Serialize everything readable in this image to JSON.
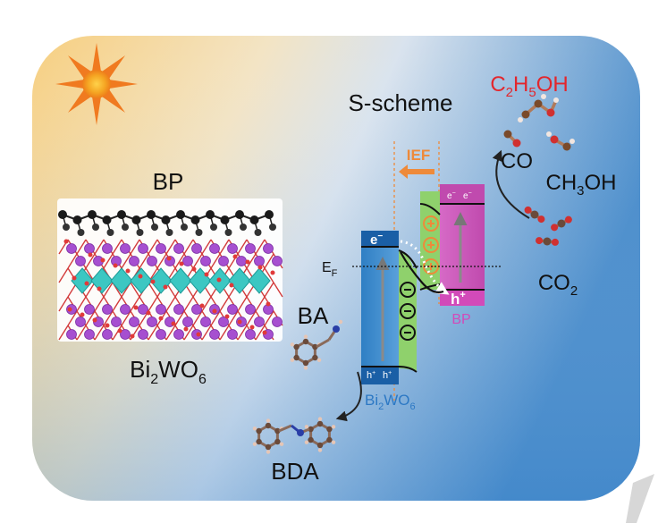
{
  "labels": {
    "scheme": "S-scheme",
    "bp_top": "BP",
    "bi2wo6_main": "Bi",
    "bi2wo6_sub1": "2",
    "bi2wo6_mid": "WO",
    "bi2wo6_sub2": "6",
    "ief": "IEF",
    "ef_main": "E",
    "ef_sub": "F",
    "ba": "BA",
    "bda": "BDA",
    "bp_band": "BP",
    "bw_band_main": "Bi",
    "bw_band_sub1": "2",
    "bw_band_mid": "WO",
    "bw_band_sub2": "6",
    "e_minus": "e",
    "h_plus": "h",
    "bp_e1": "e",
    "bp_e2": "e",
    "bw_h1": "h",
    "bw_h2": "h",
    "co": "CO",
    "co2_main": "CO",
    "co2_sub": "2",
    "ch3oh_a": "CH",
    "ch3oh_sub": "3",
    "ch3oh_b": "OH",
    "c2h5oh_a": "C",
    "c2h5oh_sub1": "2",
    "c2h5oh_b": "H",
    "c2h5oh_sub2": "5",
    "c2h5oh_c": "OH",
    "plus": "+",
    "minus": "−"
  },
  "colors": {
    "bg_warm": "#f6d38c",
    "bg_cool": "#3f86c8",
    "sun": "#f5a623",
    "sun_core": "#f57f20",
    "bw_band": "#2f7fc4",
    "bw_band_dark": "#1a5fa6",
    "bp_band": "#c84fb7",
    "bp_band_dark": "#a4359a",
    "space_charge_green": "#8fd16c",
    "ief_orange": "#ee8a3a",
    "c2h5oh_red": "#e3262c",
    "bw_label_blue": "#2c78c4",
    "bp_label_pink": "#d24ab9"
  },
  "icons": [
    "sun-icon",
    "crystal-structure-icon",
    "molecule-icon",
    "arrow-icon"
  ]
}
